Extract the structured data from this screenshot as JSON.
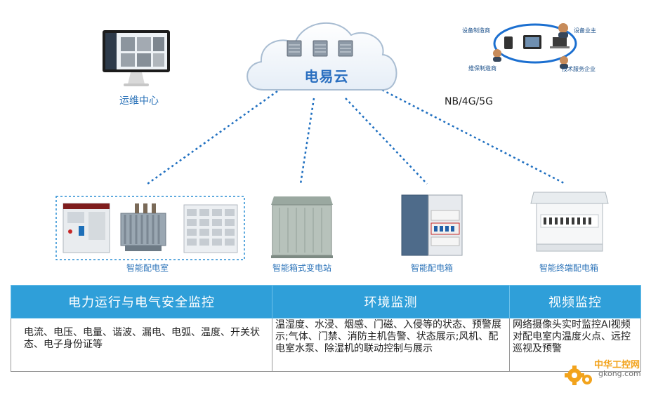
{
  "cloud": {
    "title": "电易云"
  },
  "ops_center": {
    "label": "运维中心"
  },
  "network": {
    "label": "NB/4G/5G"
  },
  "ecosystem": {
    "equipment_maker": "设备制造商",
    "equipment_owner": "设备业主",
    "maintenance_maker": "维保制造商",
    "tech_service": "技术服务企业"
  },
  "devices": [
    {
      "label": "智能配电室"
    },
    {
      "label": "智能箱式变电站"
    },
    {
      "label": "智能配电箱"
    },
    {
      "label": "智能终端配电箱"
    }
  ],
  "table": {
    "headers": [
      "电力运行与电气安全监控",
      "环境监测",
      "视频监控"
    ],
    "cells": [
      "电流、电压、电量、谐波、漏电、电弧、温度、开关状态、电子身份证等",
      "温湿度、水浸、烟感、门磁、入侵等的状态、预警展示;气体、门禁、消防主机告警、状态展示;风机、配电室水泵、除湿机的联动控制与展示",
      "网络摄像头实时监控AI视频对配电室内温度火点、远控巡视及预警"
    ]
  },
  "watermark": {
    "brand": "中华工控网",
    "site": "gkong.com"
  },
  "colors": {
    "header_bg": "#2f9fd9",
    "accent": "#2a72b8",
    "link_line": "#1f6fc0"
  }
}
